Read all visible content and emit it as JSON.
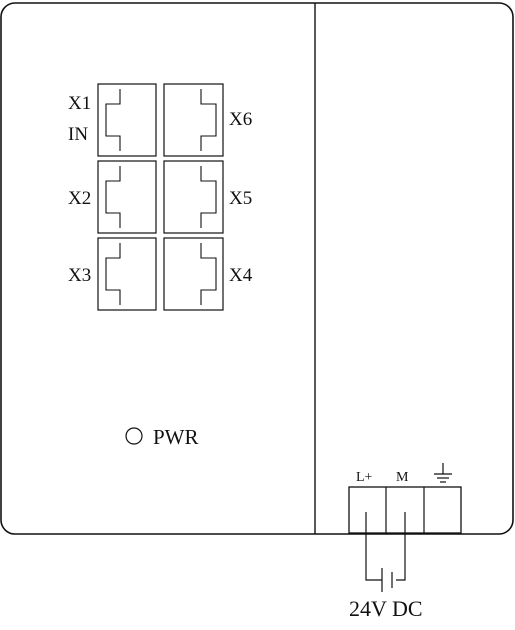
{
  "ports": [
    {
      "id": "X1",
      "label": "X1",
      "sublabel": "IN"
    },
    {
      "id": "X6",
      "label": "X6"
    },
    {
      "id": "X2",
      "label": "X2"
    },
    {
      "id": "X5",
      "label": "X5"
    },
    {
      "id": "X3",
      "label": "X3"
    },
    {
      "id": "X4",
      "label": "X4"
    }
  ],
  "status_led": {
    "label": "PWR"
  },
  "power_terminal": {
    "terminals": [
      {
        "label": "L+"
      },
      {
        "label": "M"
      },
      {
        "label": "",
        "icon": "ground-icon"
      }
    ],
    "supply_label": "24V DC"
  }
}
